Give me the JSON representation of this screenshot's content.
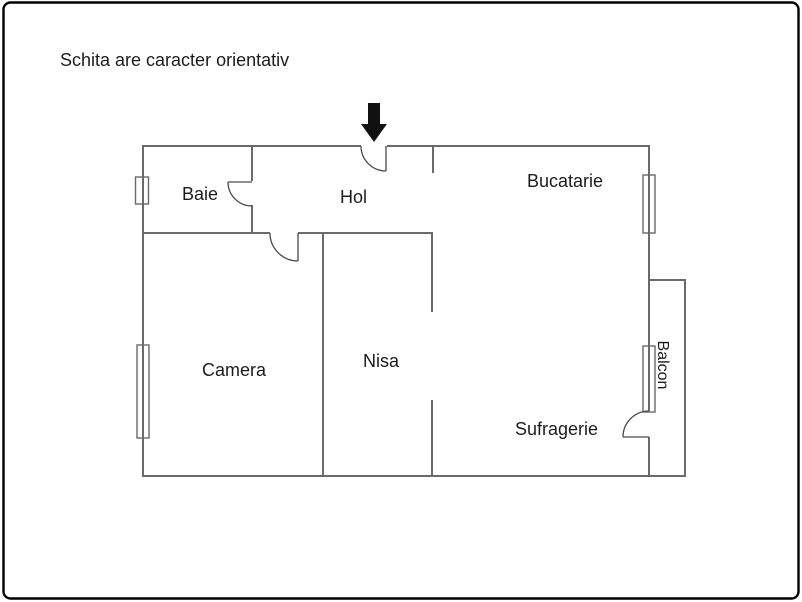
{
  "title": "Schita are caracter orientativ",
  "rooms": {
    "baie": "Baie",
    "hol": "Hol",
    "bucatarie": "Bucatarie",
    "camera": "Camera",
    "nisa": "Nisa",
    "sufragerie": "Sufragerie",
    "balcon": "Balcon"
  },
  "icons": {
    "entrance_arrow": "down-arrow-entrance-marker"
  },
  "colors": {
    "background": "#ffffff",
    "border": "#000000",
    "wall": "#6a6a6a",
    "door": "#4a4a4a",
    "text": "#1c1c1c",
    "arrow": "#111111"
  }
}
